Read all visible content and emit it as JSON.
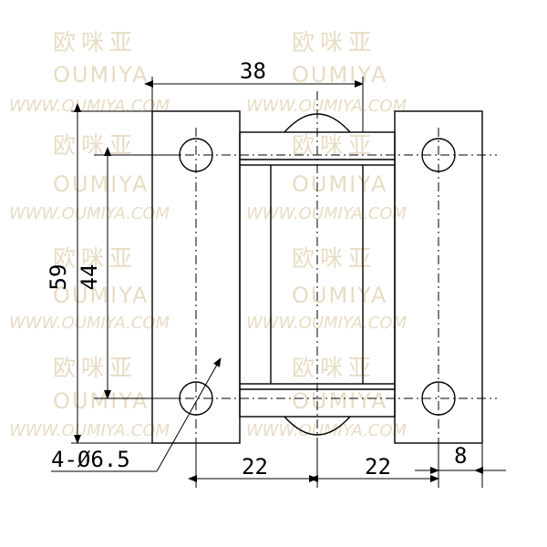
{
  "dimensions": {
    "top_width": "38",
    "outer_height": "59",
    "inner_height": "44",
    "hole_spec": "4-Ø6.5",
    "bottom_left": "22",
    "bottom_middle": "22",
    "bottom_right": "8"
  },
  "watermark": {
    "cn": "欧咪亚",
    "en": "OUMIYA",
    "url": "WWW.OUMIYA.COM",
    "color": "#e8dcc4"
  }
}
